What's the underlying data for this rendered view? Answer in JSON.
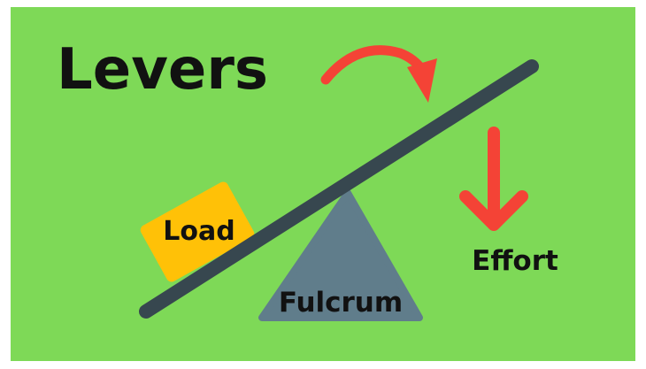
{
  "title": "Levers",
  "labels": {
    "load": "Load",
    "fulcrum": "Fulcrum",
    "effort": "Effort"
  },
  "colors": {
    "background": "#7ED957",
    "lever_beam": "#37474F",
    "fulcrum": "#607D8B",
    "load_box": "#FFC107",
    "arrows": "#F44336",
    "text": "#111111"
  },
  "icons": {
    "curved_arrow": "curved-arrow-icon",
    "down_arrow": "down-arrow-icon"
  }
}
